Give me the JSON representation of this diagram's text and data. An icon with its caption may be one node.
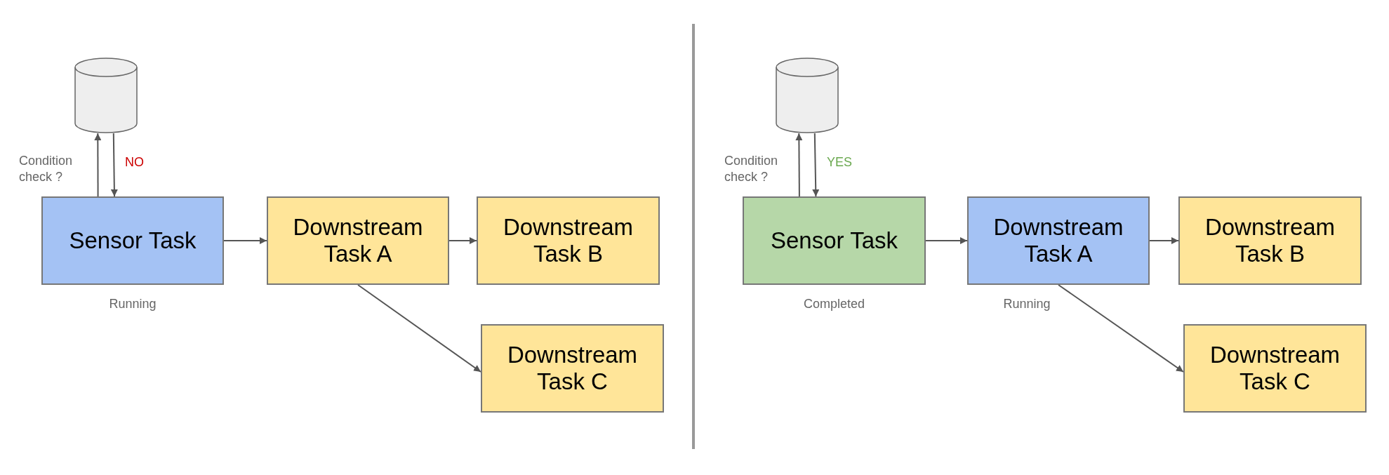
{
  "diagram": {
    "nodes": [
      {
        "text": [],
        "shape": "cylinder"
      },
      {
        "text": [
          "Sensor Task"
        ],
        "beside": [
          "Running"
        ]
      },
      {
        "text": [
          "Downstream Task A"
        ]
      },
      {
        "text": [
          "Downstream Task B"
        ]
      },
      {
        "text": [
          "Downstream Task C"
        ]
      },
      {
        "text": [],
        "shape": "cylinder"
      },
      {
        "text": [
          "Sensor Task"
        ],
        "beside": [
          "Completed"
        ]
      },
      {
        "text": [
          "Downstream Task A"
        ],
        "beside": [
          "Running"
        ]
      },
      {
        "text": [
          "Downstream Task B"
        ]
      },
      {
        "text": [
          "Downstream Task C"
        ]
      }
    ],
    "edges": [
      {
        "from": 1,
        "to": 0,
        "arrow": "to",
        "label": "Condition check ?"
      },
      {
        "from": 0,
        "to": 1,
        "arrow": "to",
        "label": "NO"
      },
      {
        "from": 1,
        "to": 2,
        "arrow": "to"
      },
      {
        "from": 2,
        "to": 3,
        "arrow": "to"
      },
      {
        "from": 2,
        "to": 4,
        "arrow": "to"
      },
      {
        "from": 6,
        "to": 5,
        "arrow": "to",
        "label": "Condition check ?"
      },
      {
        "from": 5,
        "to": 6,
        "arrow": "to",
        "label": "YES"
      },
      {
        "from": 6,
        "to": 7,
        "arrow": "to"
      },
      {
        "from": 7,
        "to": 8,
        "arrow": "to"
      },
      {
        "from": 7,
        "to": 9,
        "arrow": "to"
      }
    ]
  }
}
